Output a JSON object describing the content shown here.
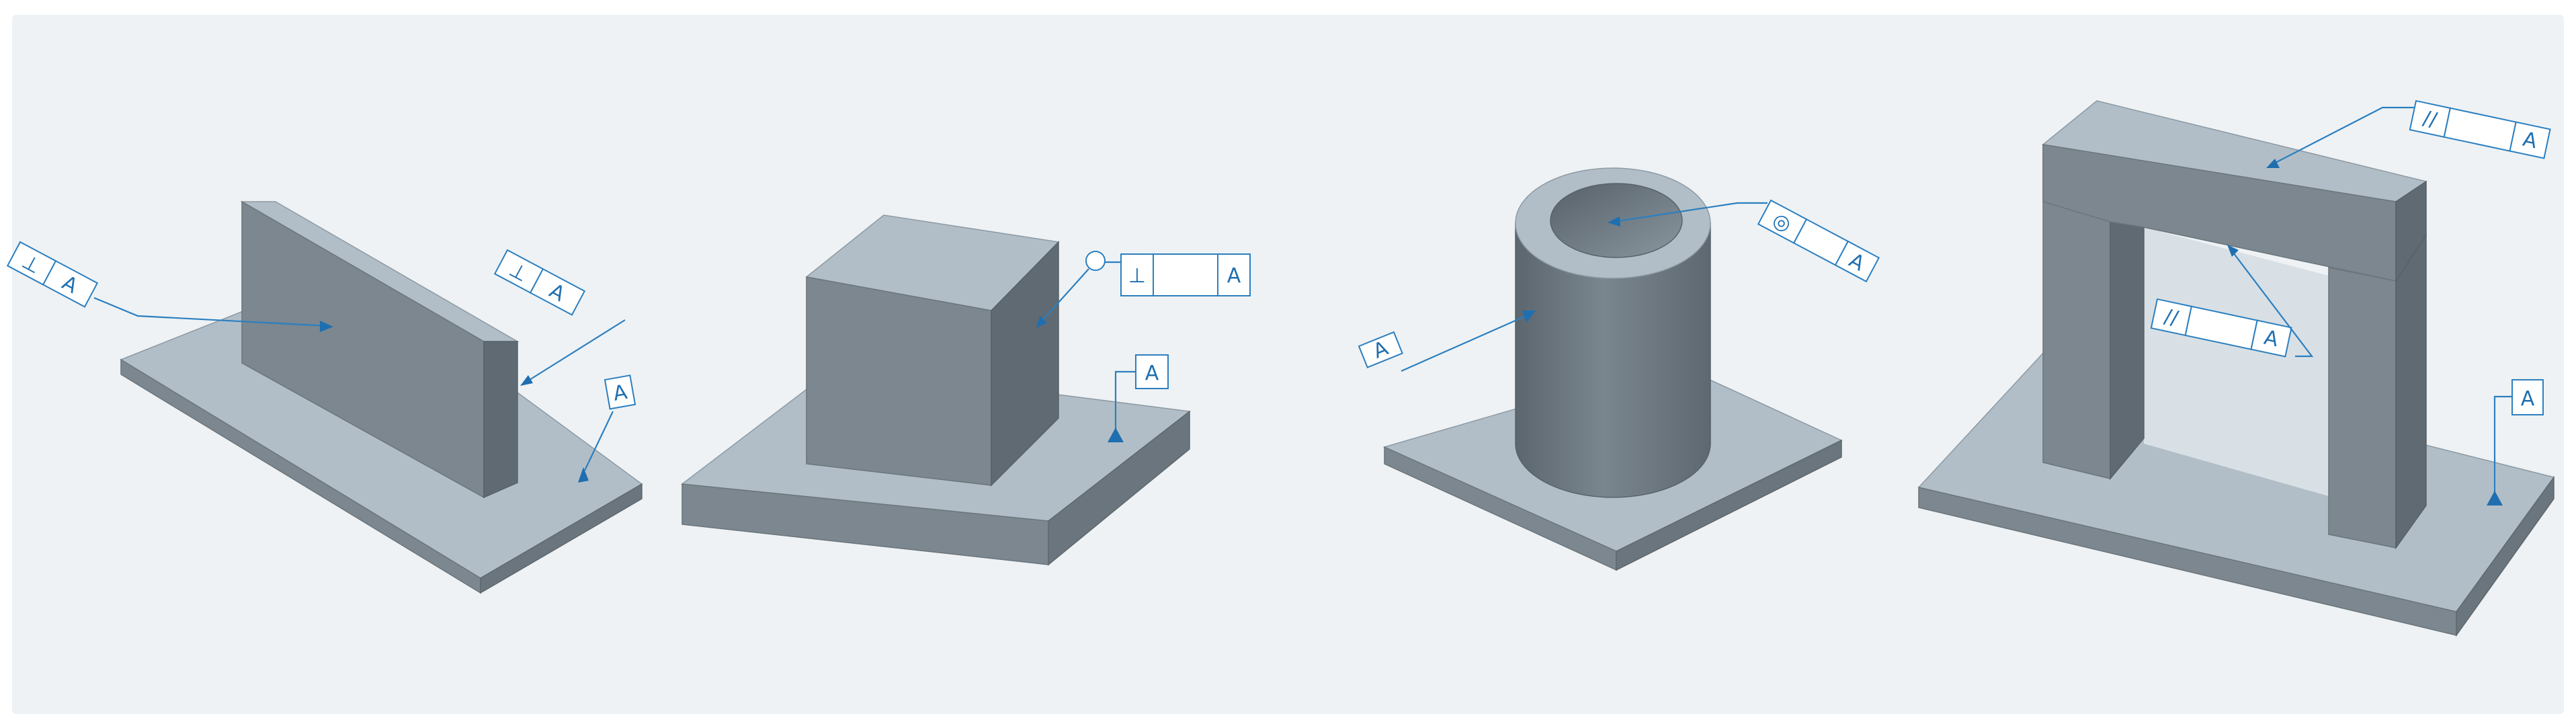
{
  "background": "#eef2f4",
  "accent_color": "#1f6fb0",
  "datum_letter": "A",
  "figures": [
    {
      "name": "perpendicular-wall",
      "callouts": [
        {
          "symbol": "perpendicularity",
          "glyph": "⊥",
          "datum": "A"
        },
        {
          "symbol": "perpendicularity",
          "glyph": "⊥",
          "datum": "A"
        }
      ],
      "datum_label": "A"
    },
    {
      "name": "perpendicular-block",
      "callouts": [
        {
          "symbol": "perpendicularity",
          "glyph": "⊥",
          "datum": "A",
          "modifier": "diameter-circle"
        }
      ],
      "datum_label": "A"
    },
    {
      "name": "coaxial-cylinder",
      "callouts": [
        {
          "symbol": "concentricity",
          "glyph": "◎",
          "datum": "A"
        }
      ],
      "datum_label": "A"
    },
    {
      "name": "parallel-frame",
      "callouts": [
        {
          "symbol": "parallelism",
          "glyph": "//",
          "datum": "A"
        },
        {
          "symbol": "parallelism",
          "glyph": "//",
          "datum": "A"
        }
      ],
      "datum_label": "A"
    }
  ]
}
